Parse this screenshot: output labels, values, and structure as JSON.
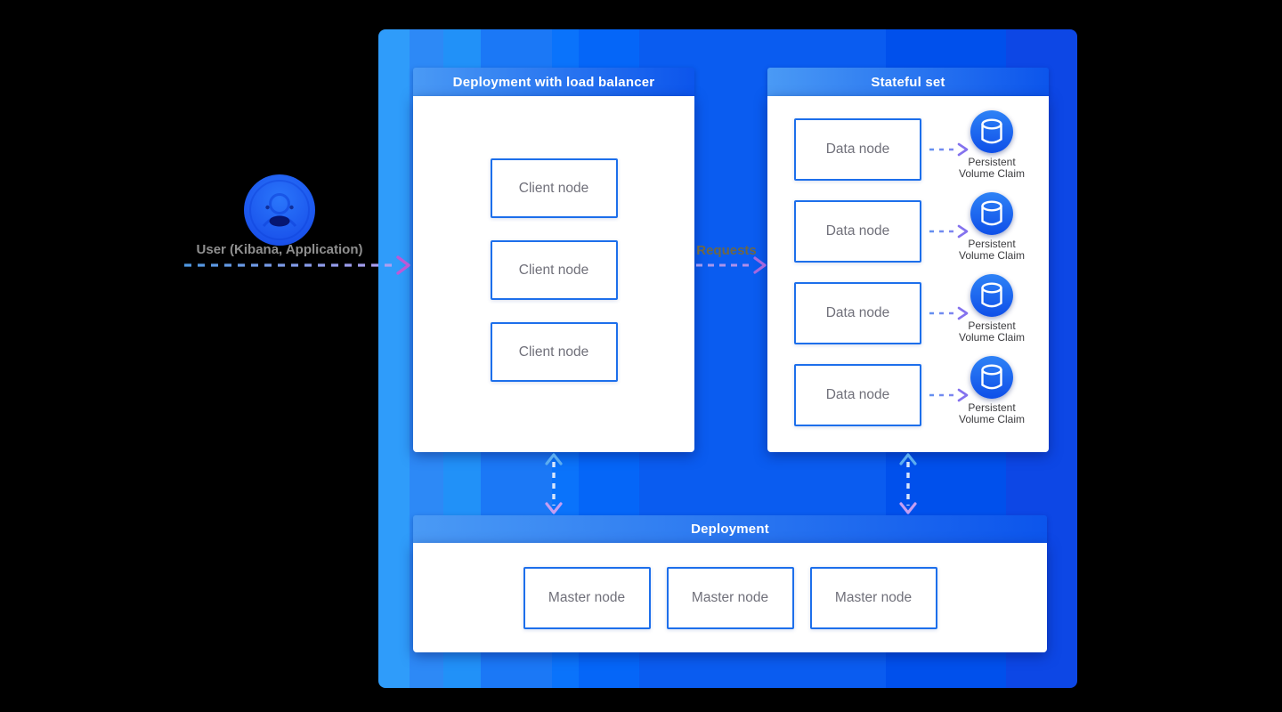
{
  "diagram": {
    "user": {
      "label": "User (Kibana, Application)"
    },
    "requests_label": "Requests",
    "panels": {
      "load_balancer": {
        "title": "Deployment with load balancer",
        "nodes": [
          "Client node",
          "Client node",
          "Client node"
        ]
      },
      "stateful_set": {
        "title": "Stateful set",
        "nodes": [
          "Data node",
          "Data node",
          "Data node",
          "Data node"
        ],
        "pvc": {
          "line1": "Persistent",
          "line2": "Volume Claim"
        }
      },
      "deployment": {
        "title": "Deployment",
        "nodes": [
          "Master node",
          "Master node",
          "Master node"
        ]
      }
    },
    "colors": {
      "cluster_stripe_light": "#2f9cfa",
      "cluster_stripe_dark": "#0d47e5",
      "header_gradient_start": "#4a9af5",
      "header_gradient_end": "#0c55ec",
      "node_border": "#1d6feb",
      "node_text": "#70707a",
      "pvc_circle": "#1d66ef",
      "arrow_blue": "#4e98e2",
      "arrow_purple": "#bd59d6",
      "arrow_lavender": "#b79ef0",
      "requests_text": "#6e6845",
      "user_label_text": "#8f8f8f",
      "pvc_label_text": "#3c3c3f"
    }
  }
}
